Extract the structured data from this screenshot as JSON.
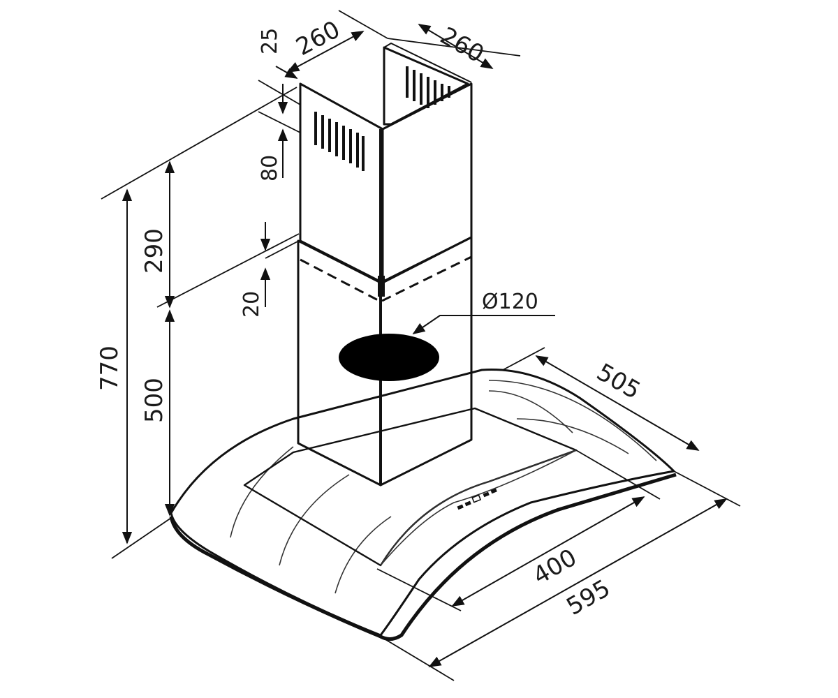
{
  "dimensions": {
    "chimney_top_width_left": "260",
    "chimney_top_width_right": "260",
    "top_offset": "25",
    "vent_height": "80",
    "upper_height": "290",
    "total_height": "770",
    "overlap": "20",
    "lower_height": "500",
    "outlet_diameter": "Ø120",
    "hood_depth": "505",
    "glass_width": "400",
    "hood_width": "595"
  },
  "colors": {
    "line": "#111111",
    "steel_light": "#eeeeee",
    "steel_mid": "#d2d2d2",
    "steel_dark": "#b8b8b8",
    "outlet": "#000000"
  }
}
